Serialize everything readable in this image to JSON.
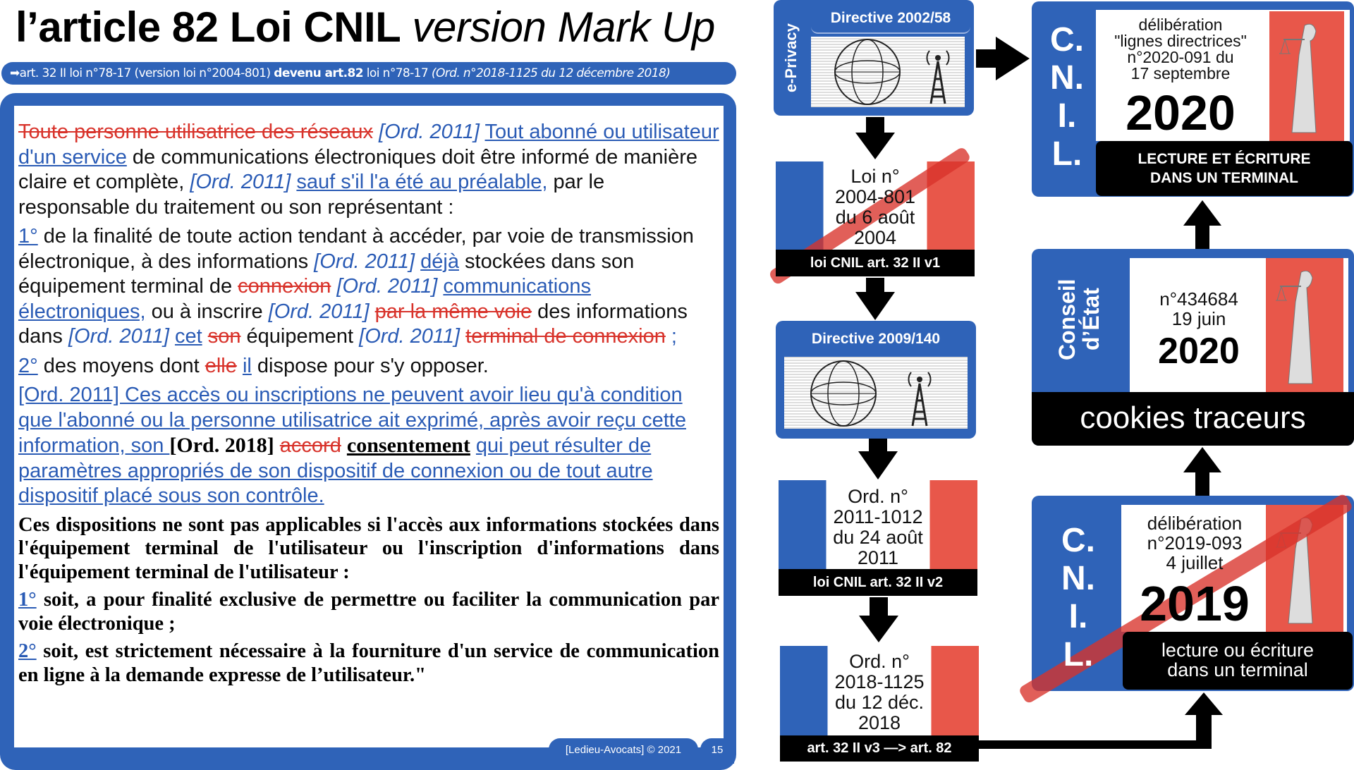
{
  "title": {
    "part1": "l’article 82 Loi CNIL",
    "part2": "version Mark Up"
  },
  "subtitle": {
    "arrow_icon": "➡",
    "pre": "art. 32 II loi n°78-17 (version loi n°2004-801) ",
    "bold": "devenu art.82",
    "mid": " loi n°78-17 ",
    "ital": "(Ord. n°2018-1125 du 12 décembre 2018)"
  },
  "article": {
    "paragraphs": [
      {
        "style": "normal",
        "segments": [
          {
            "k": "del",
            "t": "Toute personne utilisatrice des réseaux"
          },
          {
            "k": "n",
            "t": " "
          },
          {
            "k": "ord",
            "t": "[Ord. 2011]"
          },
          {
            "k": "n",
            "t": " "
          },
          {
            "k": "ins",
            "t": "Tout abonné ou utilisateur d'un service"
          },
          {
            "k": "n",
            "t": " de communications électroniques doit être informé de manière claire et complète, "
          },
          {
            "k": "ord",
            "t": "[Ord. 2011]"
          },
          {
            "k": "n",
            "t": " "
          },
          {
            "k": "ins",
            "t": "sauf s'il l'a été au préalable,"
          },
          {
            "k": "n",
            "t": " par le responsable du traitement ou son représentant :"
          }
        ]
      },
      {
        "style": "normal",
        "segments": [
          {
            "k": "ins",
            "t": "1°"
          },
          {
            "k": "n",
            "t": " de la finalité de toute action tendant à accéder, par voie de transmission électronique, à des informations "
          },
          {
            "k": "ord",
            "t": "[Ord. 2011]"
          },
          {
            "k": "n",
            "t": " "
          },
          {
            "k": "ins",
            "t": "déjà"
          },
          {
            "k": "n",
            "t": " stockées dans son équipement terminal de "
          },
          {
            "k": "del",
            "t": "connexion"
          },
          {
            "k": "n",
            "t": " "
          },
          {
            "k": "ord",
            "t": "[Ord. 2011]"
          },
          {
            "k": "n",
            "t": " "
          },
          {
            "k": "ins",
            "t": "communications électroniques,"
          },
          {
            "k": "n",
            "t": " ou à inscrire "
          },
          {
            "k": "ord",
            "t": "[Ord. 2011]"
          },
          {
            "k": "n",
            "t": " "
          },
          {
            "k": "del",
            "t": "par la même voie"
          },
          {
            "k": "n",
            "t": " des informations dans "
          },
          {
            "k": "ord",
            "t": "[Ord. 2011]"
          },
          {
            "k": "n",
            "t": " "
          },
          {
            "k": "ins",
            "t": "cet"
          },
          {
            "k": "n",
            "t": " "
          },
          {
            "k": "del",
            "t": "son"
          },
          {
            "k": "n",
            "t": " équipement "
          },
          {
            "k": "ord",
            "t": "[Ord. 2011]"
          },
          {
            "k": "n",
            "t": " "
          },
          {
            "k": "del",
            "t": "terminal de connexion"
          },
          {
            "k": "ordn",
            "t": " ;"
          }
        ]
      },
      {
        "style": "normal",
        "segments": [
          {
            "k": "ins",
            "t": "2°"
          },
          {
            "k": "n",
            "t": " des moyens dont "
          },
          {
            "k": "del",
            "t": "elle"
          },
          {
            "k": "n",
            "t": " "
          },
          {
            "k": "ins",
            "t": "il"
          },
          {
            "k": "n",
            "t": " dispose pour s'y opposer."
          }
        ]
      },
      {
        "style": "normal",
        "segments": [
          {
            "k": "insord",
            "t": "[Ord. 2011] Ces accès ou inscriptions ne peuvent avoir lieu qu'à condition que l'abonné ou la personne utilisatrice ait exprimé, après avoir reçu cette information, son "
          },
          {
            "k": "bk",
            "t": "[Ord. 2018]"
          },
          {
            "k": "n",
            "t": " "
          },
          {
            "k": "del",
            "t": "accord"
          },
          {
            "k": "n",
            "t": " "
          },
          {
            "k": "bkul",
            "t": "consentement"
          },
          {
            "k": "n",
            "t": " "
          },
          {
            "k": "ins",
            "t": "qui peut résulter de paramètres appropriés de son dispositif de connexion ou de tout autre dispositif placé sous son contrôle."
          }
        ]
      },
      {
        "style": "bold",
        "segments": [
          {
            "k": "n",
            "t": "Ces dispositions ne sont pas applicables si l'accès aux informations stockées dans l'équipement terminal de l'utilisateur ou l'inscription d'informations dans l'équipement terminal de l'utilisateur :"
          }
        ]
      },
      {
        "style": "bold",
        "segments": [
          {
            "k": "ins",
            "t": "1°"
          },
          {
            "k": "n",
            "t": " soit, a pour finalité exclusive de permettre ou faciliter la communication par voie électronique ;"
          }
        ]
      },
      {
        "style": "bold",
        "segments": [
          {
            "k": "ins",
            "t": "2°"
          },
          {
            "k": "n",
            "t": " soit, est strictement nécessaire à la fourniture d'un service de communication en ligne à la demande expresse de l’utilisateur.\""
          }
        ]
      }
    ]
  },
  "footer": {
    "credit": "[Ledieu-Avocats] © 2021",
    "page": "15"
  },
  "timeline": {
    "eprivacy": {
      "side": "e-Privacy",
      "head": "Directive 2002/58"
    },
    "loi2004": {
      "text": [
        "Loi n°",
        "2004-801",
        "du 6 août",
        "2004"
      ],
      "bar": "loi CNIL art. 32 II v1"
    },
    "dir2009": {
      "head": "Directive 2009/140"
    },
    "ord2011": {
      "text": [
        "Ord. n°",
        "2011-1012",
        "du 24 août",
        "2011"
      ],
      "bar": "loi CNIL art. 32 II v2"
    },
    "ord2018": {
      "text": [
        "Ord. n°",
        "2018-1125",
        "du 12 déc.",
        "2018"
      ],
      "bar": "art. 32 II v3 —> art. 82"
    }
  },
  "decisions": {
    "cnil2020": {
      "letters": [
        "C.",
        "N.",
        "I.",
        "L."
      ],
      "text": [
        "délibération",
        "\"lignes directrices\"",
        "n°2020-091 du",
        "17 septembre"
      ],
      "year": "2020",
      "bar": [
        "LECTURE ET ÉCRITURE",
        "DANS UN TERMINAL"
      ]
    },
    "ce2020": {
      "side": [
        "Conseil",
        "d’État"
      ],
      "text": [
        "n°434684",
        "19 juin"
      ],
      "year": "2020",
      "bar": "cookies traceurs"
    },
    "cnil2019": {
      "letters": [
        "C.",
        "N.",
        "I.",
        "L."
      ],
      "text": [
        "délibération",
        "n°2019-093",
        "4 juillet"
      ],
      "year": "2019",
      "bar": [
        "lecture ou écriture",
        "dans un terminal"
      ]
    }
  },
  "colors": {
    "blue": "#2f63b8",
    "red": "#e8574a",
    "strike": "#d8322a"
  }
}
